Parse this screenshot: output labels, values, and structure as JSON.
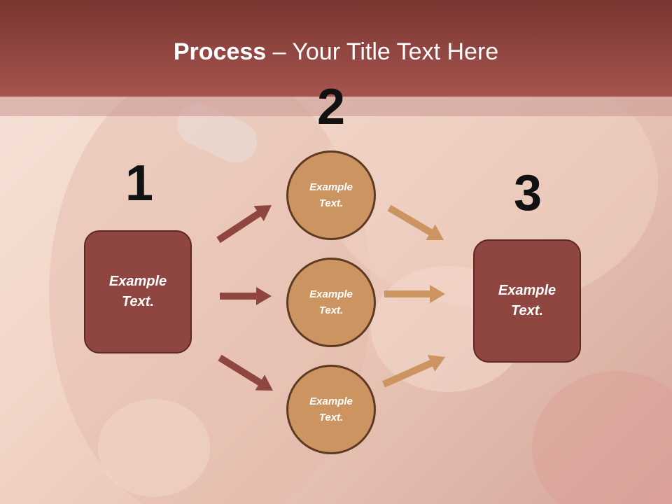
{
  "slide": {
    "title_bold": "Process",
    "title_rest": " – Your Title Text Here",
    "step1": {
      "number": "1",
      "text": "Example\nText."
    },
    "step2": {
      "number": "2",
      "items": [
        {
          "text": "Example Text."
        },
        {
          "text": "Example Text."
        },
        {
          "text": "Example Text."
        }
      ]
    },
    "step3": {
      "number": "3",
      "text": "Example Text."
    }
  },
  "colors": {
    "header": "#a6544e",
    "box_fill": "#8f4641",
    "circle_fill": "#cc9461",
    "arrow_left": "#8f4641",
    "arrow_right": "#cc9461"
  }
}
